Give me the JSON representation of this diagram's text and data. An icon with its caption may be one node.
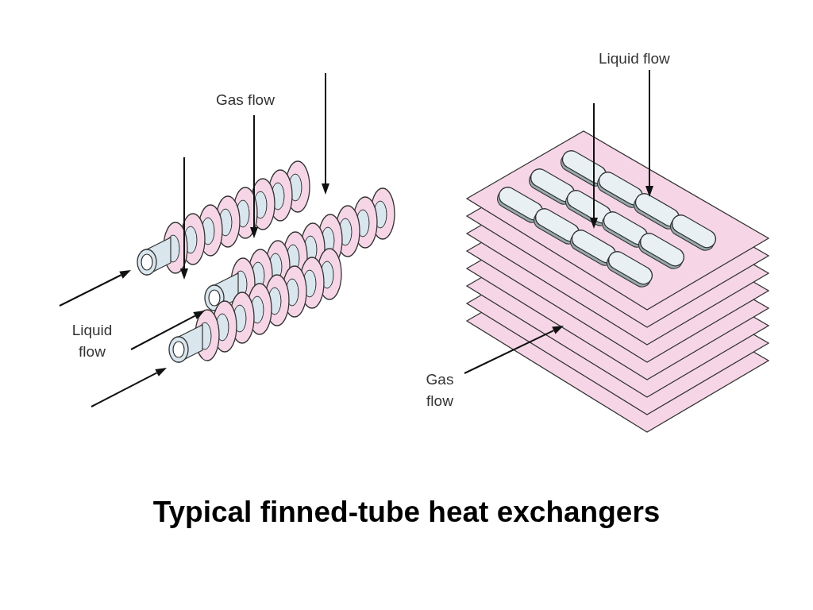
{
  "diagram": {
    "caption": "Typical finned-tube heat exchangers",
    "labels": [
      "Liquid flow",
      "Gas flow",
      "Liquid flow",
      "Gas flow"
    ]
  }
}
